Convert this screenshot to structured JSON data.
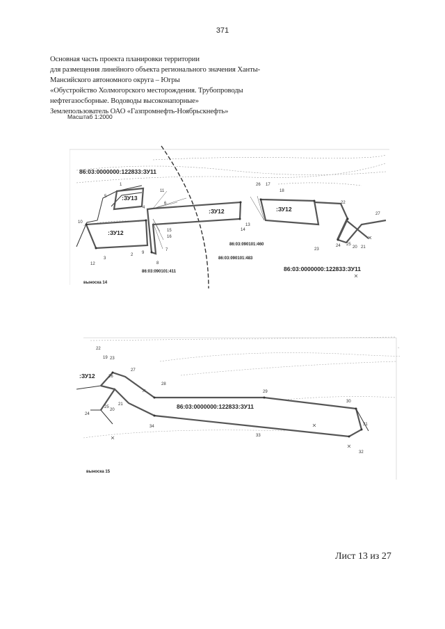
{
  "page_number": "371",
  "header": {
    "lines": [
      "Основная часть проекта планировки территории",
      "для размещения линейного объекта регионального значения Ханты-",
      "Мансийского автономного округа – Югры",
      "«Обустройство Холмогорского месторождения. Трубопроводы",
      "нефтегазосборные. Водоводы высоконапорные»",
      "Землепользователь ОАО «Газпромнефть-Ноябрьскнефть»"
    ]
  },
  "scale": "Масштаб 1:2000",
  "map1": {
    "caption": "выноска 14",
    "labels": {
      "cad1": "86:03:0000000:122833:ЗУ11",
      "zu13": ":ЗУ13",
      "zu12a": ":ЗУ12",
      "zu12b": ":ЗУ12",
      "zu12c": ":ЗУ12",
      "q460": "86:03:090101:460",
      "q483": "86:03:090101:483",
      "q411": "86:03:090101:411",
      "cad2": "86:03:0000000:122833:ЗУ11"
    },
    "points": [
      "1",
      "2",
      "3",
      "4",
      "5",
      "6",
      "7",
      "8",
      "9",
      "10",
      "11",
      "12",
      "13",
      "14",
      "15",
      "16",
      "17",
      "18",
      "20",
      "21",
      "22",
      "23",
      "24",
      "25",
      "26",
      "27"
    ]
  },
  "map2": {
    "caption": "выноска 15",
    "labels": {
      "zu12": ":ЗУ12",
      "cad": "86:03:0000000:122833:ЗУ11"
    },
    "points": [
      "19",
      "20",
      "21",
      "22",
      "23",
      "24",
      "25",
      "26",
      "27",
      "28",
      "29",
      "30",
      "31",
      "32",
      "33",
      "34"
    ]
  },
  "footer": "Лист 13 из 27"
}
